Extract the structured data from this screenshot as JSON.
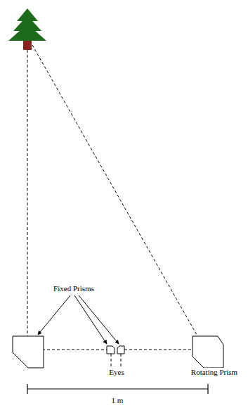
{
  "diagram": {
    "labels": [
      "Fixed Prisms",
      "Eyes",
      "Rotating Prism",
      "1 m"
    ]
  }
}
